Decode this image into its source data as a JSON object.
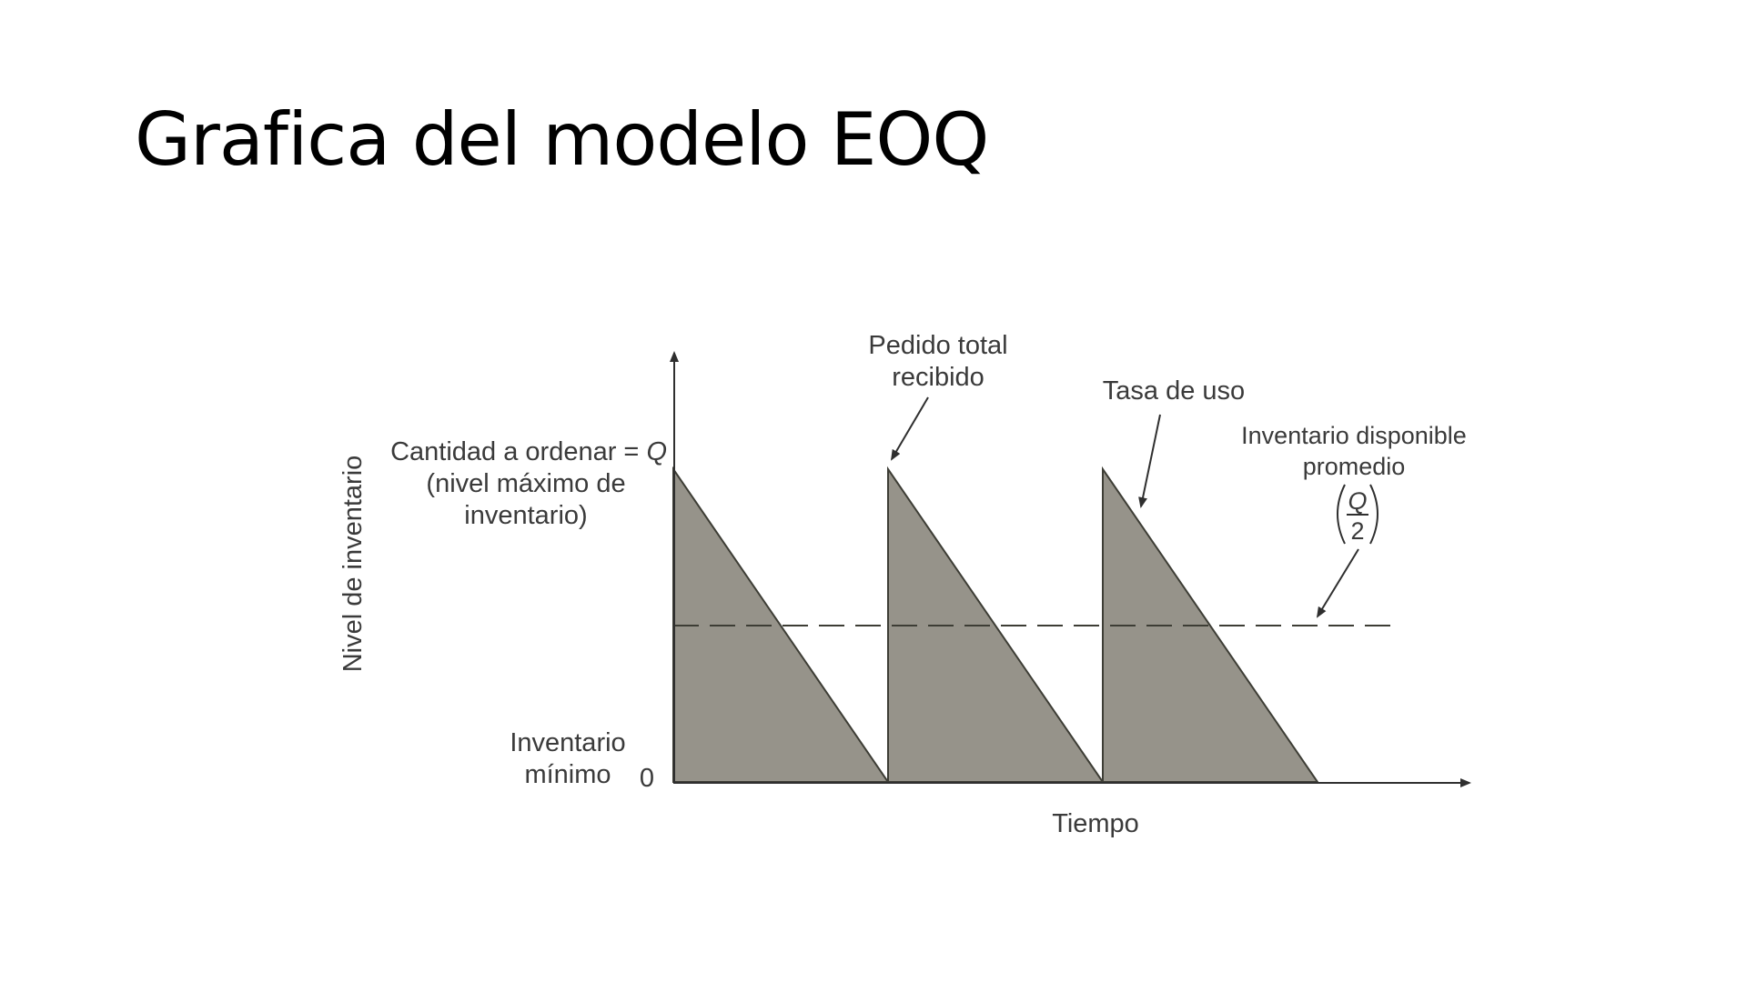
{
  "slide": {
    "title": "Grafica del modelo EOQ"
  },
  "diagram": {
    "y_axis_label": "Nivel de inventario",
    "x_axis_label": "Tiempo",
    "max_label": {
      "line1_prefix": "Cantidad a ordenar = ",
      "line1_symbol": "Q",
      "line2": "(nivel máximo de",
      "line3": "inventario)"
    },
    "min_label": {
      "line1": "Inventario",
      "line2": "mínimo"
    },
    "zero_tick": "0",
    "order_received_label": {
      "line1": "Pedido total",
      "line2": "recibido"
    },
    "usage_rate_label": "Tasa de uso",
    "average_label": {
      "line1": "Inventario disponible",
      "line2": "promedio",
      "fraction_numerator": "Q",
      "fraction_denominator": "2"
    },
    "cycles": 3,
    "average_level_fraction": 0.5,
    "colors": {
      "fill": "#96938a",
      "stroke": "#3d3d35",
      "axis": "#2f2f2f",
      "text": "#3a3a3a"
    }
  }
}
